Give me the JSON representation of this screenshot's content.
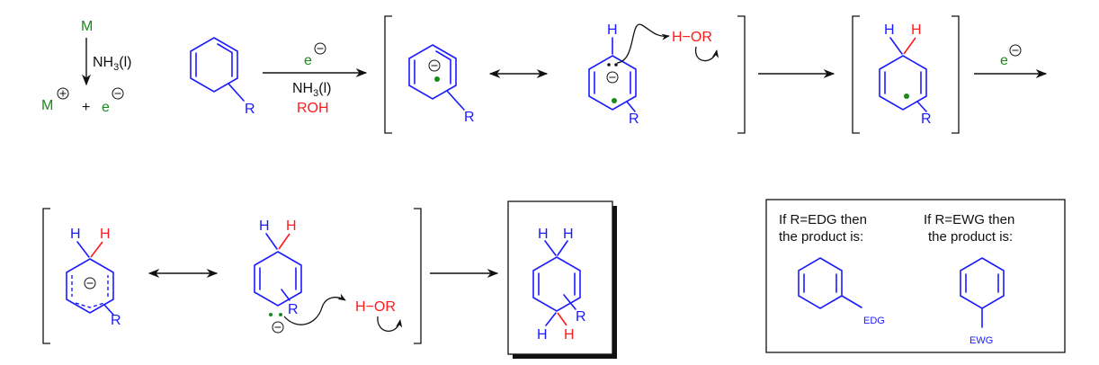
{
  "metal_step": {
    "metal": "M",
    "solvent": "NH3(l)",
    "cation": "M",
    "plus": "+",
    "electron": "e"
  },
  "reagents_step1": {
    "electron": "e",
    "solvent": "NH3(l)",
    "proton_source": "ROH"
  },
  "reagent_step3": {
    "electron": "e"
  },
  "labels": {
    "substituent": "R",
    "hydrogen": "H",
    "proton_donor": "H−OR"
  },
  "rule_box": {
    "edg_line1": "If  R=EDG then",
    "edg_line2": "the product is:",
    "ewg_line1": "If  R=EWG then",
    "ewg_line2": "the product is:",
    "edg_label": "EDG",
    "ewg_label": "EWG"
  },
  "colors": {
    "structure": "#1a1aff",
    "added_hydrogen": "#ff1a1a",
    "metal_electron": "#1a8a1a",
    "arrows": "#111111"
  }
}
